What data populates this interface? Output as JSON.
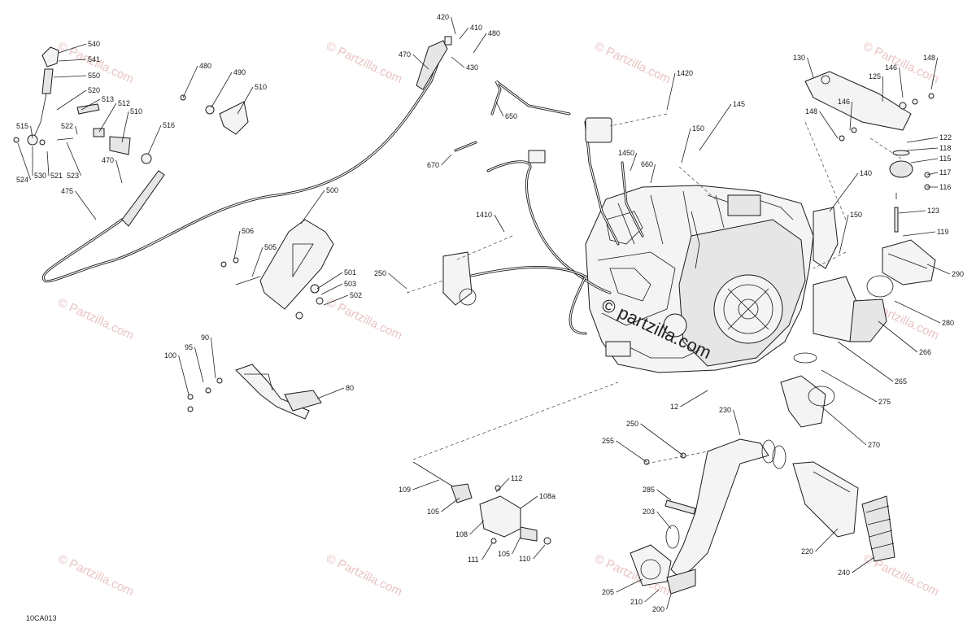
{
  "diagram_code": "10CA013",
  "watermark": "© Partzilla.com",
  "center_watermark": "© partzilla.com",
  "part_labels": [
    "540",
    "541",
    "550",
    "520",
    "513",
    "512",
    "510",
    "522",
    "515",
    "516",
    "470",
    "475",
    "524",
    "530",
    "521",
    "523",
    "480",
    "490",
    "510",
    "500",
    "506",
    "505",
    "501",
    "503",
    "502",
    "420",
    "410",
    "480",
    "430",
    "470",
    "650",
    "670",
    "1410",
    "250",
    "1420",
    "150",
    "145",
    "660",
    "1450",
    "100",
    "95",
    "90",
    "80",
    "130",
    "125",
    "146",
    "148",
    "146",
    "148",
    "122",
    "118",
    "115",
    "117",
    "116",
    "140",
    "123",
    "150",
    "119",
    "290",
    "280",
    "266",
    "265",
    "275",
    "270",
    "12",
    "230",
    "250",
    "255",
    "285",
    "203",
    "220",
    "240",
    "205",
    "210",
    "200",
    "109",
    "112",
    "108a",
    "105",
    "108",
    "105",
    "111",
    "110"
  ]
}
